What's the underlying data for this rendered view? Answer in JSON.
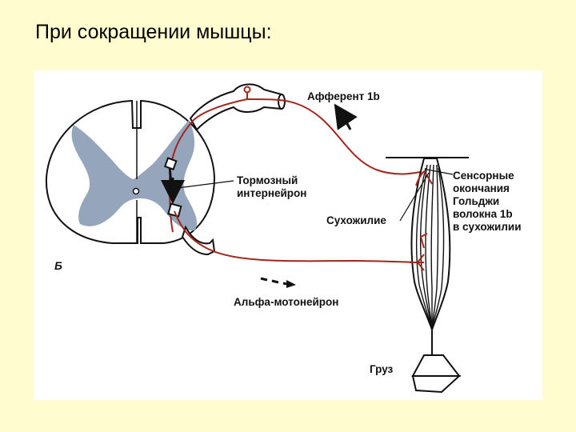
{
  "slide": {
    "title": "При сокращении мышцы:"
  },
  "figure": {
    "panel_letter": "Б",
    "labels": {
      "afferent": "Афферент 1b",
      "inhibitory_interneuron_line1": "Тормозный",
      "inhibitory_interneuron_line2": "интернейрон",
      "sensory_line1": "Сенсорные",
      "sensory_line2": "окончания",
      "sensory_line3": "Гольджи",
      "sensory_line4": "волокна 1b",
      "sensory_line5": "в сухожилии",
      "tendon": "Сухожилие",
      "alpha_motoneuron": "Альфа-мотонейрон",
      "weight": "Груз"
    },
    "colors": {
      "nerve_fiber": "#a3261c",
      "gray_matter": "#8fa0b8",
      "background": "#fffdd0",
      "figure_bg": "#ffffff"
    }
  }
}
